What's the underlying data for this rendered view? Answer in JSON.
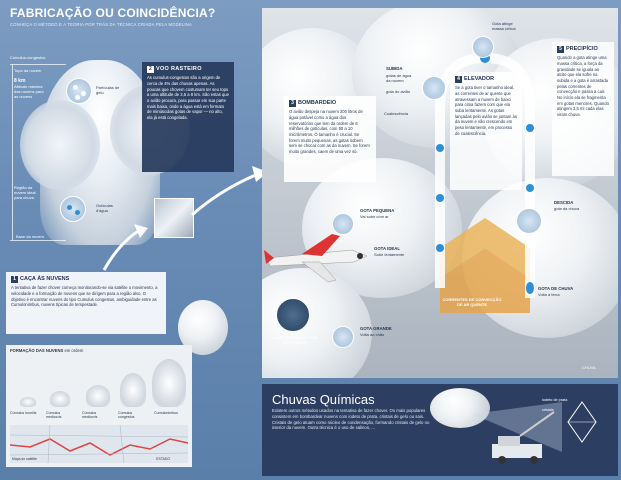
{
  "header": {
    "title": "FABRICAÇÃO OU COINCIDÊNCIA?",
    "subtitle": "CONHEÇA O MÉTODO E A TEORIA POR TRÁS DA TÉCNICA CRIADA PELA MODELINA"
  },
  "left": {
    "labels": {
      "cumulus_label": "Cúmulus-congestus",
      "top_label": "Topo da nuvem",
      "altitude_value": "8 km",
      "altitude_desc": "Altitude máxima das nuvens para as nuvens",
      "particles_label": "Partículas de gelo",
      "rain_region": "Região da nuvem ideal para chuva",
      "droplets_label": "Gotículas d'água",
      "base_label": "Base da nuvem"
    },
    "voo": {
      "num": "2",
      "title": "VOO RASTEIRO",
      "text": "As cumulus-congestus são a origem de cerca de 4% das chuvas apenas. As poucas que chovem costumam ter seu topo a uma altitude de 3,5 a 8 km. São estas que o avião procura, para passar em sua parte mais baixa, onde a água está em formato de minúsculas gotas de vapor — no alto, ela já está congelada."
    },
    "caca": {
      "num": "1",
      "title": "CAÇA ÀS NUVENS",
      "text": "A tentativa de fazer chover começa monitorando-se via satélite o movimento, a velocidade e a formação de nuvens que se dirigem para a região alvo. O objetivo é encontrar nuvens do tipo Cumulus congestus, ambiguidade entre as Cumulonimbus, nuvens típicas de tempestade."
    },
    "strip": {
      "title": "FORMAÇÃO DAS NUVENS",
      "subtitle": "em ordem",
      "stages": [
        "Cúmulus humilis",
        "Cúmulus mediocris",
        "Cúmulus mediocris",
        "Cúmulus congestus",
        "Cumulonimbus"
      ],
      "map_label": "Mapa do satélite",
      "map_credit": "ESTADO"
    }
  },
  "right": {
    "bombardeio": {
      "num": "3",
      "title": "BOMBARDEIO",
      "text": "O avião despeja na nuvem 200 litros de água potável como a água dos reservatórios que tem da ordem de 6 milhões de gotículas, com 50 a 10 micrômetros. Ô tamanho é crucial. Se forem muito pequenas, as gotas sobem sem se chocar com as da nuvem. Se forem muito grandes, caem de uma vez só."
    },
    "elevador": {
      "num": "4",
      "title": "ELEVADOR",
      "text": "Se a gota tiver o tamanho ideal, as correntes de ar quente que atravessam a nuvem de baixo para cima fazem com que ela suba lentamente. As gotas lançadas pelo avião se juntam às da nuvem e vão crescendo em peso lentamente, em processo de coalescência."
    },
    "precipicio": {
      "num": "5",
      "title": "PRECIPÍCIO",
      "text": "Quando a gota atinge uma massa crítica, a força da gravidade se iguala ao atrito que ela sofre na subida e a gota é arrastada pelas correntes de convecção e passa a cair. No início ela se fragmenta em gotas menores. Quando atingem 3,5 ml cada elas viram chuva."
    },
    "labels": {
      "massa_critica": "Gota atinge massa crítica",
      "subida": "SUBIDA",
      "subida_desc": "gotas de água da nuvem",
      "gota_avião": "gota do avião",
      "coalescencia": "Coalescência",
      "gota_pequena": "GOTA PEQUENA",
      "gota_pequena_desc": "Vai subir com ar",
      "gota_ideal": "GOTA IDEAL",
      "gota_ideal_desc": "Sobe lentamente",
      "gota_grande": "GOTA GRANDE",
      "gota_grande_desc": "Volta ao chão",
      "descida": "DESCIDA",
      "descida_desc": "gota da chuva",
      "gota_chuva": "GOTA DE CHUVA",
      "gota_chuva_desc": "Volta à terra",
      "correntes": "CORRENTES DE CONVECÇÃO DE AR QUENTE",
      "aviao_caption": "AVIÃO EQUIPADO COM GOTEJADOR",
      "credit": "CHUVA"
    }
  },
  "chuvas": {
    "title": "Chuvas Químicas",
    "text": "Existem outros métodos usados na tentativa de fazer chover. Os mais populares consistem em bombardear nuvens com iodeto de prata, cristais de gelo ou sais. Cristais de gelo atuam como núcleo de condensação, formando cristais de gelo no interior da nuvem. Outra técnica é o uso de salinos, ...",
    "label_top": "iodeto de prata",
    "label_mid": "cristais"
  }
}
